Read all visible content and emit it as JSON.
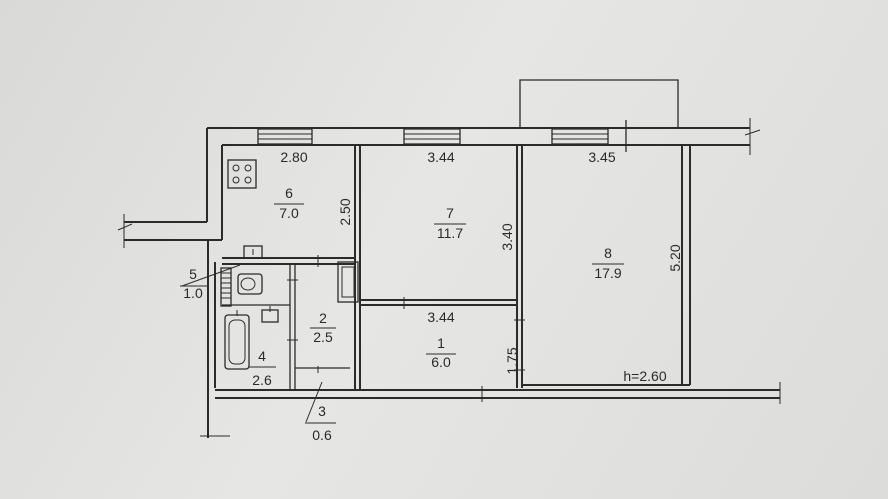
{
  "rooms": [
    {
      "id": "1",
      "area": "6.0"
    },
    {
      "id": "2",
      "area": "2.5"
    },
    {
      "id": "3",
      "area": "0.6"
    },
    {
      "id": "4",
      "area": "2.6"
    },
    {
      "id": "5",
      "area": "1.0"
    },
    {
      "id": "6",
      "area": "7.0"
    },
    {
      "id": "7",
      "area": "11.7"
    },
    {
      "id": "8",
      "area": "17.9"
    }
  ],
  "dimensions": {
    "kitchen_width": "2.80",
    "kitchen_depth": "2.50",
    "room7_width": "3.44",
    "room7_depth": "3.40",
    "room8_width": "3.45",
    "room8_depth": "5.20",
    "hall_width": "3.44",
    "hall_depth": "1.75"
  },
  "ceiling_height": "h=2.60"
}
